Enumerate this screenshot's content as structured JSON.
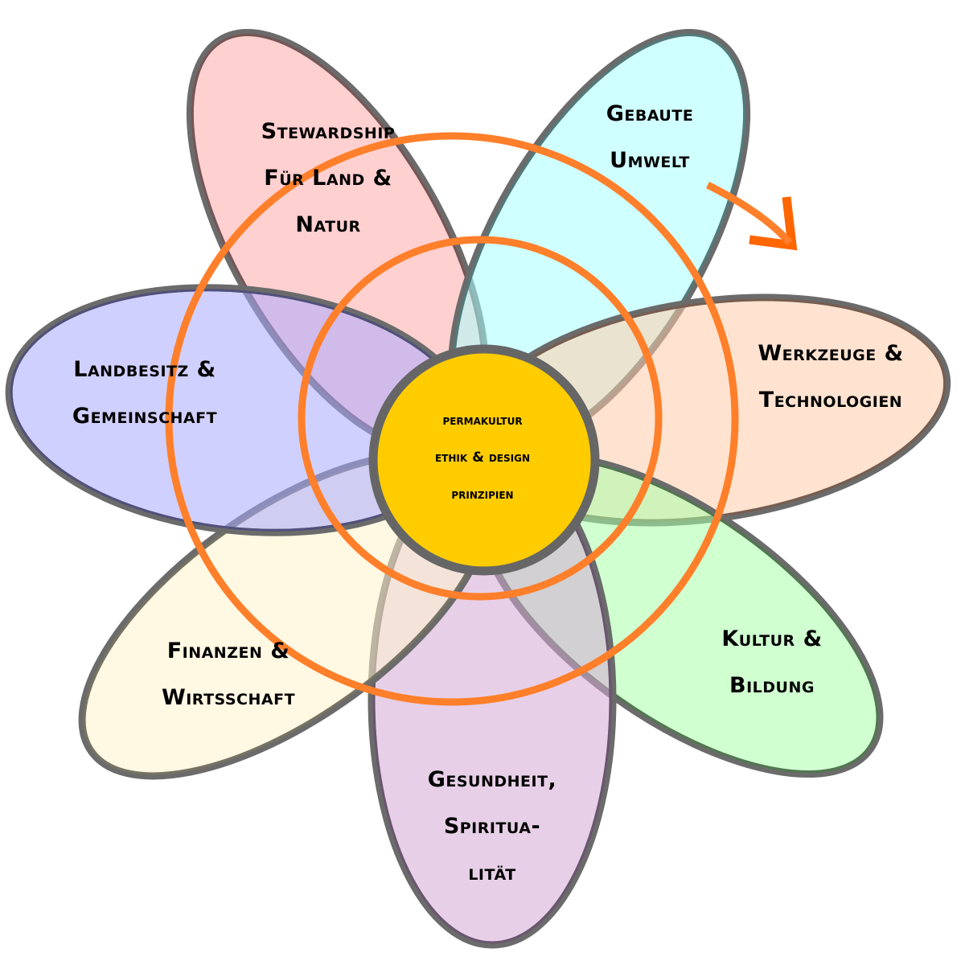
{
  "center": {
    "lines": [
      "permakultur",
      "ethik & design",
      "prinzipien"
    ],
    "fill": "#ffcc00",
    "stroke": "#666666"
  },
  "ring": {
    "color": "#ff7f2a",
    "arrow_color": "#ff6600"
  },
  "petals": [
    {
      "id": "stewardship",
      "lines": [
        "Stewardship",
        "Für Land &",
        "Natur"
      ],
      "fill": "#ffaaaa",
      "inner_stroke": "#7a5050"
    },
    {
      "id": "gebaute-umwelt",
      "lines": [
        "Gebaute",
        "Umwelt"
      ],
      "fill": "#aaffff",
      "inner_stroke": "#4a8080"
    },
    {
      "id": "werkzeuge",
      "lines": [
        "Werkzeuge &",
        "Technologien"
      ],
      "fill": "#ffccaa",
      "inner_stroke": "#7a5a48"
    },
    {
      "id": "kultur",
      "lines": [
        "Kultur &",
        "Bildung"
      ],
      "fill": "#aaffaa",
      "inner_stroke": "#4a7a4a"
    },
    {
      "id": "gesundheit",
      "lines": [
        "Gesundheit,",
        "Spiritua-",
        "lität"
      ],
      "fill": "#d4aad4",
      "inner_stroke": "#6a5070"
    },
    {
      "id": "finanzen",
      "lines": [
        "Finanzen &",
        "Wirtsschaft"
      ],
      "fill": "#fff2cc",
      "inner_stroke": "#7a7560"
    },
    {
      "id": "landbesitz",
      "lines": [
        "Landbesitz &",
        "Gemeinschaft"
      ],
      "fill": "#aaaaff",
      "inner_stroke": "#4a4a80"
    }
  ]
}
